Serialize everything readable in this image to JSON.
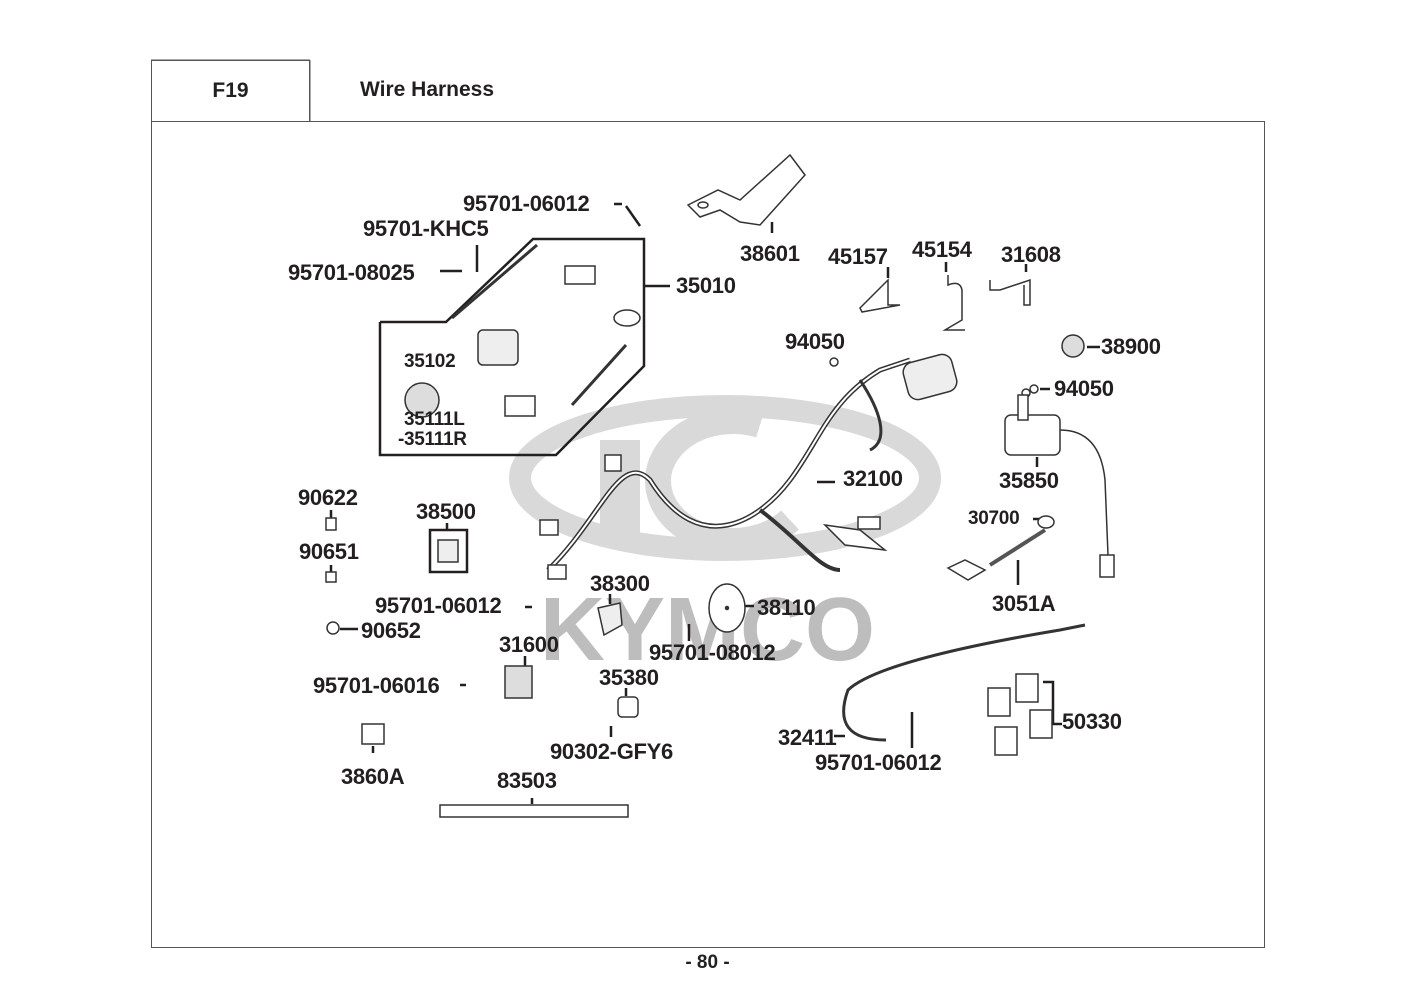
{
  "header": {
    "section_code": "F19",
    "title": "Wire Harness"
  },
  "footer": {
    "page_number": "- 80 -"
  },
  "watermark": {
    "brand": "KYMCO"
  },
  "parts": {
    "p95701_06012_top": "95701-06012",
    "p95701_KHC5": "95701-KHC5",
    "p95701_08025": "95701-08025",
    "p35010": "35010",
    "p35102": "35102",
    "p35111L": "35111L",
    "p35111R": "-35111R",
    "p38601": "38601",
    "p45157": "45157",
    "p45154": "45154",
    "p31608": "31608",
    "p94050_a": "94050",
    "p38900": "38900",
    "p94050_b": "94050",
    "p32100": "32100",
    "p35850": "35850",
    "p30700": "30700",
    "p3051A": "3051A",
    "p90622": "90622",
    "p38500": "38500",
    "p90651": "90651",
    "p95701_06012_mid": "95701-06012",
    "p38300": "38300",
    "p38110": "38110",
    "p90652": "90652",
    "p31600": "31600",
    "p95701_08012": "95701-08012",
    "p95701_06016": "95701-06016",
    "p35380": "35380",
    "p90302_GFY6": "90302-GFY6",
    "p3860A": "3860A",
    "p83503": "83503",
    "p32411": "32411",
    "p95701_06012_bot": "95701-06012",
    "p50330": "50330"
  }
}
